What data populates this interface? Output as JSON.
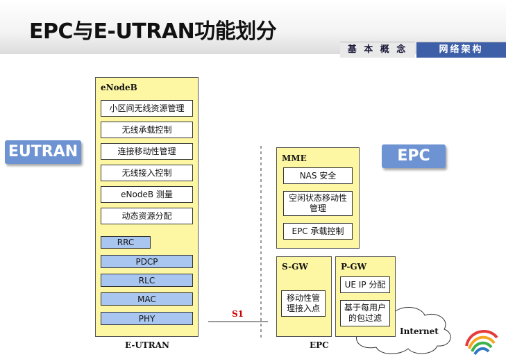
{
  "header": {
    "title": "EPC与E-UTRAN功能划分",
    "tabs": [
      {
        "label": "基 本 概 念"
      },
      {
        "label": "网络架构"
      }
    ]
  },
  "side_labels": {
    "eutran": "EUTRAN",
    "epc": "EPC"
  },
  "enodeb": {
    "title": "eNodeB",
    "functions": [
      "小区间无线资源管理",
      "无线承载控制",
      "连接移动性管理",
      "无线接入控制",
      "eNodeB 测量",
      "动态资源分配"
    ],
    "layers": [
      "RRC",
      "PDCP",
      "RLC",
      "MAC",
      "PHY"
    ]
  },
  "mme": {
    "title": "MME",
    "functions": [
      "NAS 安全",
      "空闲状态移动性管理",
      "EPC 承载控制"
    ]
  },
  "sgw": {
    "title": "S-GW",
    "functions": [
      "移动性管理接入点"
    ]
  },
  "pgw": {
    "title": "P-GW",
    "functions": [
      "UE IP 分配",
      "基于每用户的包过滤"
    ]
  },
  "interface": "S1",
  "internet": "Internet",
  "captions": {
    "eutran": "E-UTRAN",
    "epc": "EPC"
  },
  "colors": {
    "node_fill": "#fdf6a3",
    "layer_fill": "#a8c6ef",
    "label_fill": "#6e93d3",
    "tab_active": "#3d5fa8",
    "interface_color": "#cc0000"
  }
}
